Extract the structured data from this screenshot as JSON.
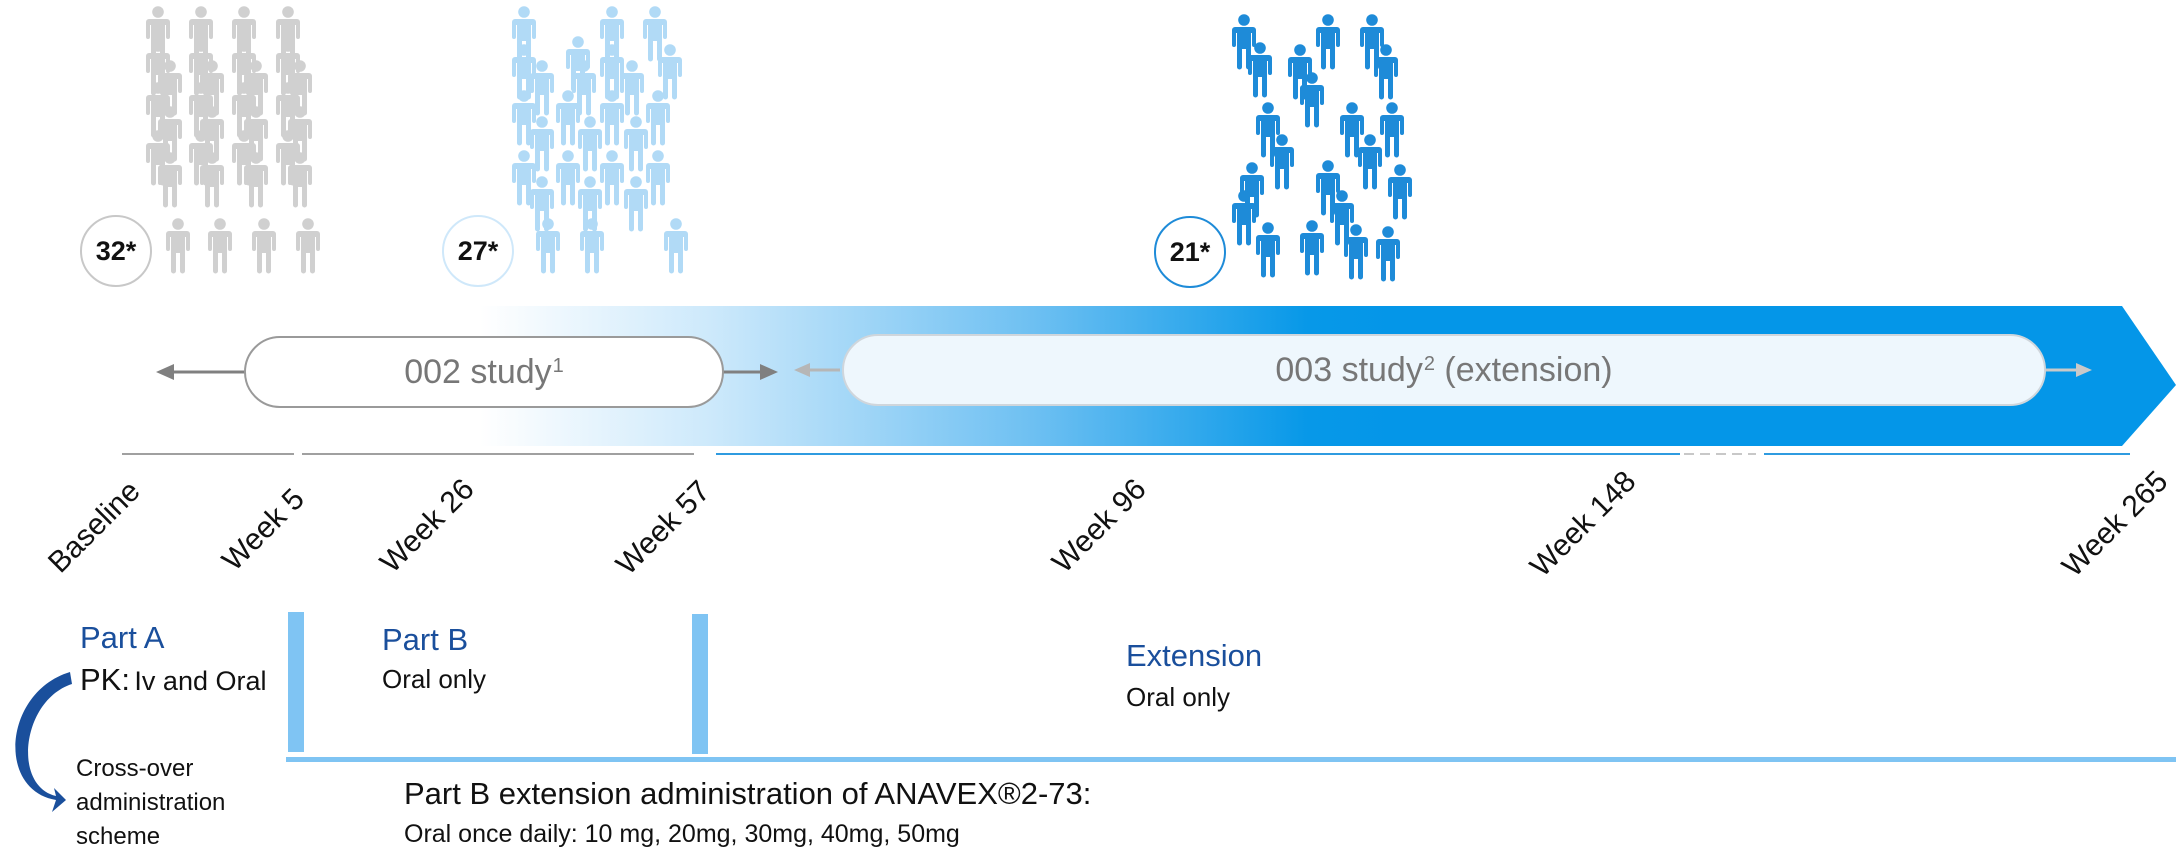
{
  "cohorts": [
    {
      "count_label": "32*",
      "color": "#c8c8c8"
    },
    {
      "count_label": "27*",
      "color": "#a9d7f6"
    },
    {
      "count_label": "21*",
      "color": "#1e8bd8"
    }
  ],
  "studies": {
    "study_002": {
      "label": "002 study",
      "superscript": "1"
    },
    "study_003": {
      "label_prefix": "003 study",
      "superscript": "2",
      "label_suffix": " (extension)"
    }
  },
  "timeline": {
    "ticks": [
      "Baseline",
      "Week 5",
      "Week 26",
      "Week 57",
      "Week 96",
      "Week 148",
      "Week 265"
    ]
  },
  "phases": {
    "part_a": {
      "title": "Part A",
      "pk_label": "PK:",
      "pk_detail": "Iv and Oral"
    },
    "part_b": {
      "title": "Part B",
      "detail": "Oral only"
    },
    "extension": {
      "title": "Extension",
      "detail": "Oral only"
    }
  },
  "crossover": {
    "line1": "Cross-over",
    "line2": "administration",
    "line3": "scheme"
  },
  "dosing": {
    "line1": "Part B extension administration of ANAVEX®2-73:",
    "line2": "Oral once daily: 10 mg, 20mg, 30mg, 40mg, 50mg"
  },
  "colors": {
    "grey_person": "#c8c8c8",
    "light_blue_person": "#a9d7f6",
    "blue_person": "#1e8bd8",
    "band_blue": "#0496e8",
    "title_blue": "#1a4f9c",
    "bar_blue": "#7fc4f3"
  }
}
